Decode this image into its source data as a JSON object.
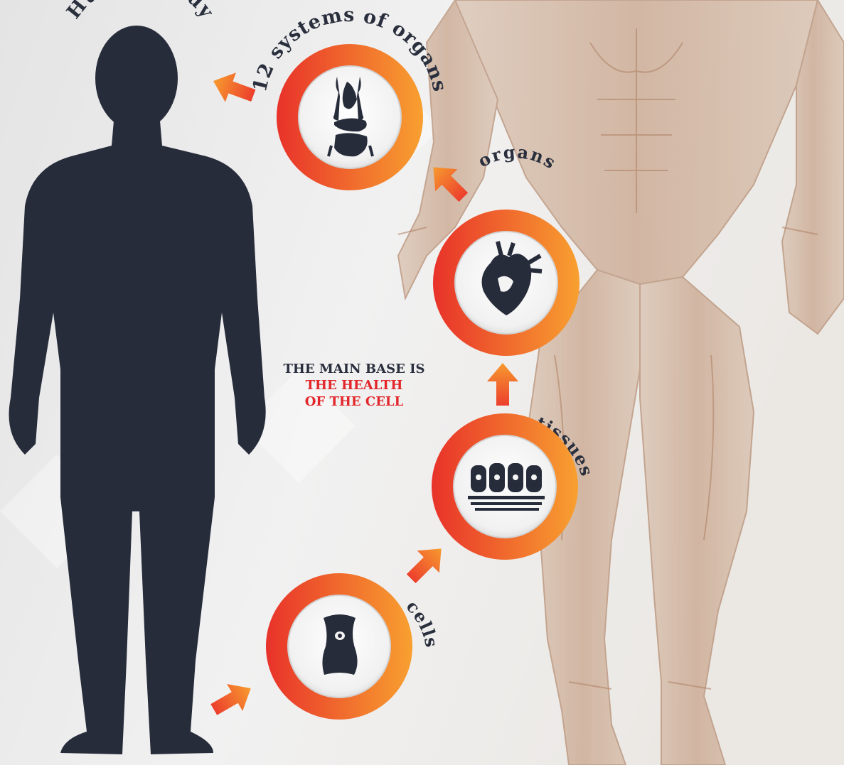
{
  "colors": {
    "silhouette": "#272c3b",
    "ring_inner": "#f6f6f6",
    "ring_outer_start": "#e8322a",
    "ring_outer_end": "#f8a030",
    "arrow_start": "#ec3f2d",
    "arrow_end": "#f79a2e",
    "text_dark": "#2a2f3d",
    "text_red": "#e2262b",
    "background": "#ecebea",
    "anatomy_muscle": "#cfb19b"
  },
  "labels": {
    "human_body": "Human Body",
    "systems": "12 systems of organs",
    "organs": "organs",
    "tissues": "tissues",
    "cells": "cells"
  },
  "center_text": {
    "line1": "THE MAIN BASE IS",
    "line2": "THE HEALTH",
    "line3": "OF THE CELL"
  },
  "icons": {
    "systems": "organ-systems-icon",
    "organs": "heart-icon",
    "tissues": "tissue-icon",
    "cells": "cell-icon"
  }
}
